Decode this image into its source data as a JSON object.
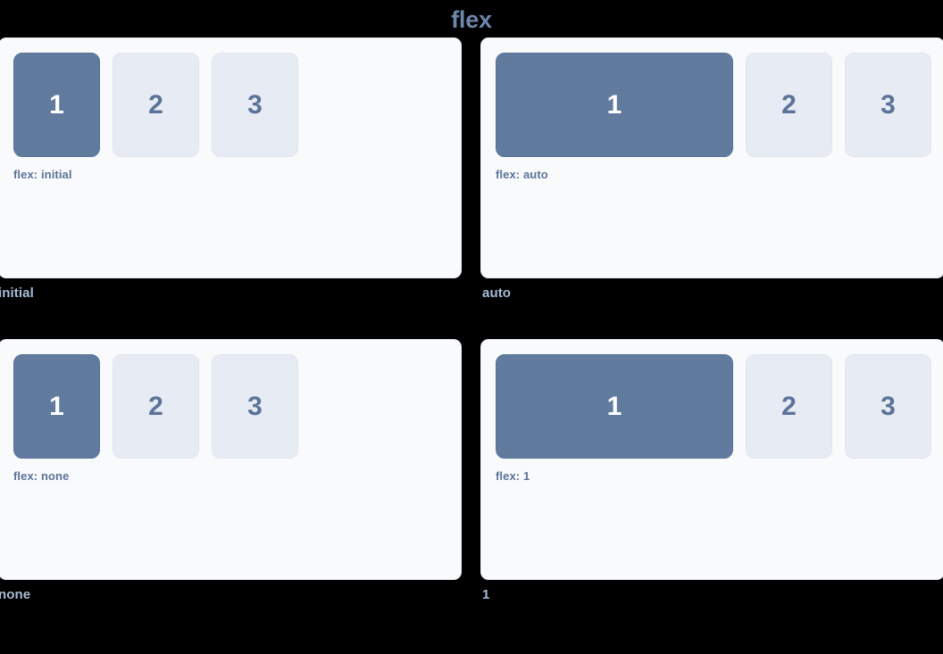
{
  "title": "flex",
  "colors": {
    "background": "#000000",
    "title": "#6d87ab",
    "panel_bg": "#f9fafc",
    "panel_border": "#e7ebf2",
    "box_primary_bg": "#617b9f",
    "box_primary_text": "#ffffff",
    "box_muted_bg": "#e7ebf4",
    "box_muted_text": "#5b7398",
    "flex_label": "#5b7398",
    "caption": "#a8bdd8"
  },
  "panels": [
    {
      "caption": "initial",
      "label": "flex: initial",
      "items": [
        {
          "text": "1",
          "variant": "primary",
          "size": "fixed"
        },
        {
          "text": "2",
          "variant": "muted",
          "size": "fixed"
        },
        {
          "text": "3",
          "variant": "muted",
          "size": "fixed"
        }
      ]
    },
    {
      "caption": "auto",
      "label": "flex: auto",
      "items": [
        {
          "text": "1",
          "variant": "primary",
          "size": "grow"
        },
        {
          "text": "2",
          "variant": "muted",
          "size": "fixed"
        },
        {
          "text": "3",
          "variant": "muted",
          "size": "fixed"
        }
      ]
    },
    {
      "caption": "none",
      "label": "flex: none",
      "items": [
        {
          "text": "1",
          "variant": "primary",
          "size": "fixed"
        },
        {
          "text": "2",
          "variant": "muted",
          "size": "fixed"
        },
        {
          "text": "3",
          "variant": "muted",
          "size": "fixed"
        }
      ]
    },
    {
      "caption": "1",
      "label": "flex: 1",
      "items": [
        {
          "text": "1",
          "variant": "primary",
          "size": "grow"
        },
        {
          "text": "2",
          "variant": "muted",
          "size": "fixed"
        },
        {
          "text": "3",
          "variant": "muted",
          "size": "fixed"
        }
      ]
    }
  ]
}
